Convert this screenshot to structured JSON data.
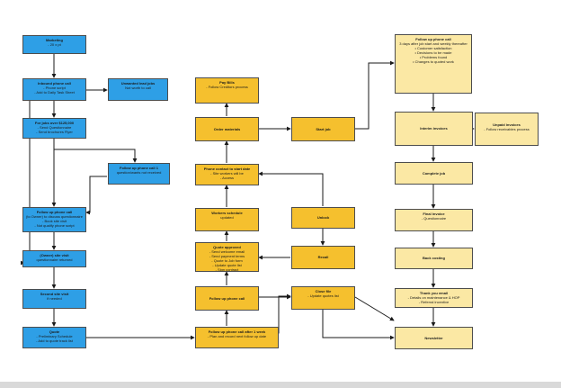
{
  "nodes": {
    "marketing": {
      "title": "Marketing",
      "lines": [
        "- 20 x pt"
      ]
    },
    "inbound": {
      "title": "Inbound phone call",
      "lines": [
        "- Phone script",
        "- Add to Daily Task Sheet"
      ]
    },
    "unwanted": {
      "title": "Unwanted lead jobs",
      "lines": [
        "Not worth to call"
      ]
    },
    "for_jobs": {
      "title": "For jobs over $125,000",
      "lines": [
        "- Send Questionnaire",
        "- Send brochures Flyer"
      ]
    },
    "follow_call1": {
      "title": "Follow up phone call 1",
      "lines": [
        "question/wants not received"
      ]
    },
    "follow_call2": {
      "title": "Follow up phone call",
      "lines": [
        "(to Owner) to discuss questionnaire",
        "- Book site visit",
        "- Not qualify phone script"
      ]
    },
    "owner_visit": {
      "title": "(Owner) site visit",
      "lines": [
        "questionnaire returned"
      ]
    },
    "second_visit": {
      "title": "Second site visit",
      "lines": [
        "if needed"
      ]
    },
    "quote": {
      "title": "Quote",
      "lines": [
        "- Preliminary Schedule",
        "- Add to quote track list"
      ]
    },
    "follow_week": {
      "title": "Follow up phone call after 1 week",
      "lines": [
        "- Plan and record next follow up date"
      ]
    },
    "follow_phone": {
      "title": "Follow up phone call",
      "lines": []
    },
    "close_file": {
      "title": "Close file",
      "lines": [
        "- Update quotes list"
      ]
    },
    "quote_approved": {
      "title": "Quote approved",
      "lines": [
        "- Send welcome email",
        "- Send payment terms",
        "- Quote to Job form",
        "- Update quote list",
        "- Sign contract"
      ]
    },
    "recall": {
      "title": "Recall",
      "lines": []
    },
    "workers": {
      "title": "Workers schedule",
      "lines": [
        "updated"
      ]
    },
    "unlock": {
      "title": "Unlock",
      "lines": []
    },
    "phone_contact": {
      "title": "Phone contact to start date",
      "lines": [
        "- Site workers will be",
        "- Access"
      ]
    },
    "order_materials": {
      "title": "Order materials",
      "lines": []
    },
    "pay_bills": {
      "title": "Pay Bills",
      "lines": [
        "- Follow Creditors process"
      ]
    },
    "start_job": {
      "title": "Start job",
      "lines": []
    },
    "follow_3days": {
      "title": "Follow up phone call",
      "lines": [
        "3 days after job start and weekly thereafter",
        "• Customer satisfaction",
        "• Decisions to be made",
        "• Problems found",
        "• Changes to quoted work"
      ]
    },
    "interim": {
      "title": "Interim invoices",
      "lines": []
    },
    "unpaid": {
      "title": "Unpaid invoices",
      "lines": [
        "- Follow receivables process"
      ]
    },
    "complete": {
      "title": "Complete job",
      "lines": []
    },
    "final_invoice": {
      "title": "Final invoice",
      "lines": [
        "- Questionnaire"
      ]
    },
    "back_costing": {
      "title": "Back costing",
      "lines": []
    },
    "thank_you": {
      "title": "Thank you email",
      "lines": [
        "- Details on maintenance & HOP",
        "- Referral incentive"
      ]
    },
    "newsletter": {
      "title": "Newsletter",
      "lines": []
    }
  },
  "colors": {
    "blue": "#2e9fe6",
    "orange": "#f5c02e",
    "yellow": "#fbe8a4",
    "connector": "#1a1a1a"
  }
}
